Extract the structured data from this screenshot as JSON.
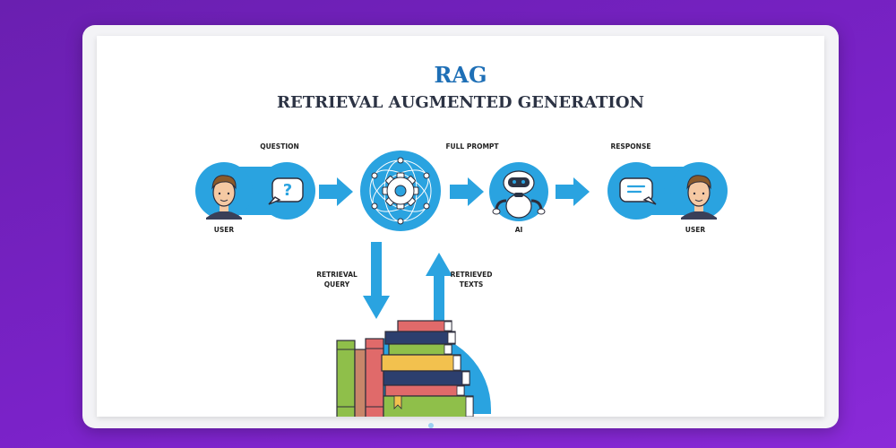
{
  "title": "RAG",
  "subtitle": "RETRIEVAL AUGMENTED GENERATION",
  "labels": {
    "question": "QUESTION",
    "full_prompt": "FULL PROMPT",
    "response": "RESPONSE",
    "user_left": "USER",
    "ai": "AI",
    "user_right": "USER",
    "retrieval_query_1": "RETRIEVAL",
    "retrieval_query_2": "QUERY",
    "retrieved_texts_1": "RETRIEVED",
    "retrieved_texts_2": "TEXTS"
  },
  "icons": {
    "question_mark": "?"
  },
  "colors": {
    "background": "#7a22c8",
    "accent_blue": "#2aa3e0",
    "title_blue": "#1e6fb6",
    "dark_text": "#2c3344"
  }
}
